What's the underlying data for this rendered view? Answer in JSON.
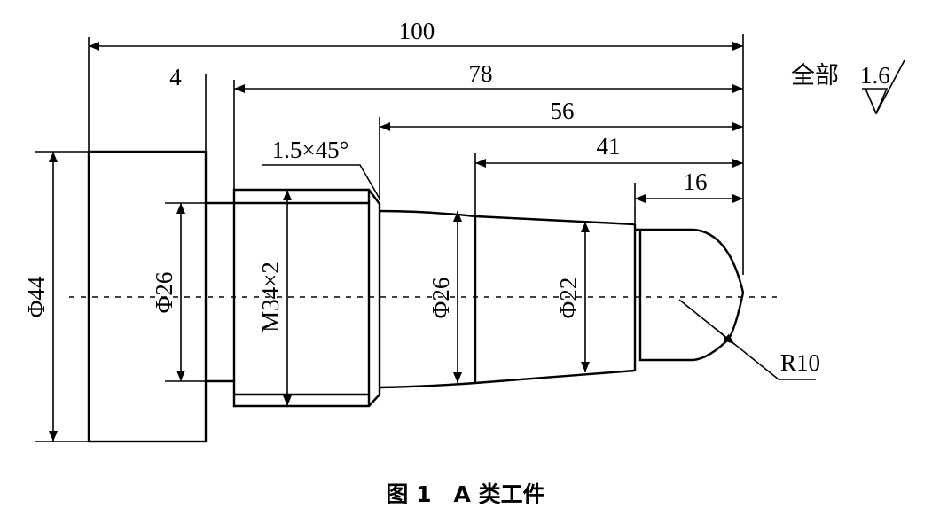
{
  "figure": {
    "caption": "图 1　A 类工件",
    "roughness_note": "全部",
    "roughness_value": "1.6"
  },
  "dimensions": {
    "overall_length": "100",
    "flange_width": "4",
    "len_78": "78",
    "len_56": "56",
    "len_41": "41",
    "len_16": "16",
    "chamfer": "1.5×45°",
    "dia_44": "Φ44",
    "dia_26_neck": "Φ26",
    "thread": "M34×2",
    "dia_26_taper": "Φ26",
    "dia_22": "Φ22",
    "radius": "R10"
  }
}
